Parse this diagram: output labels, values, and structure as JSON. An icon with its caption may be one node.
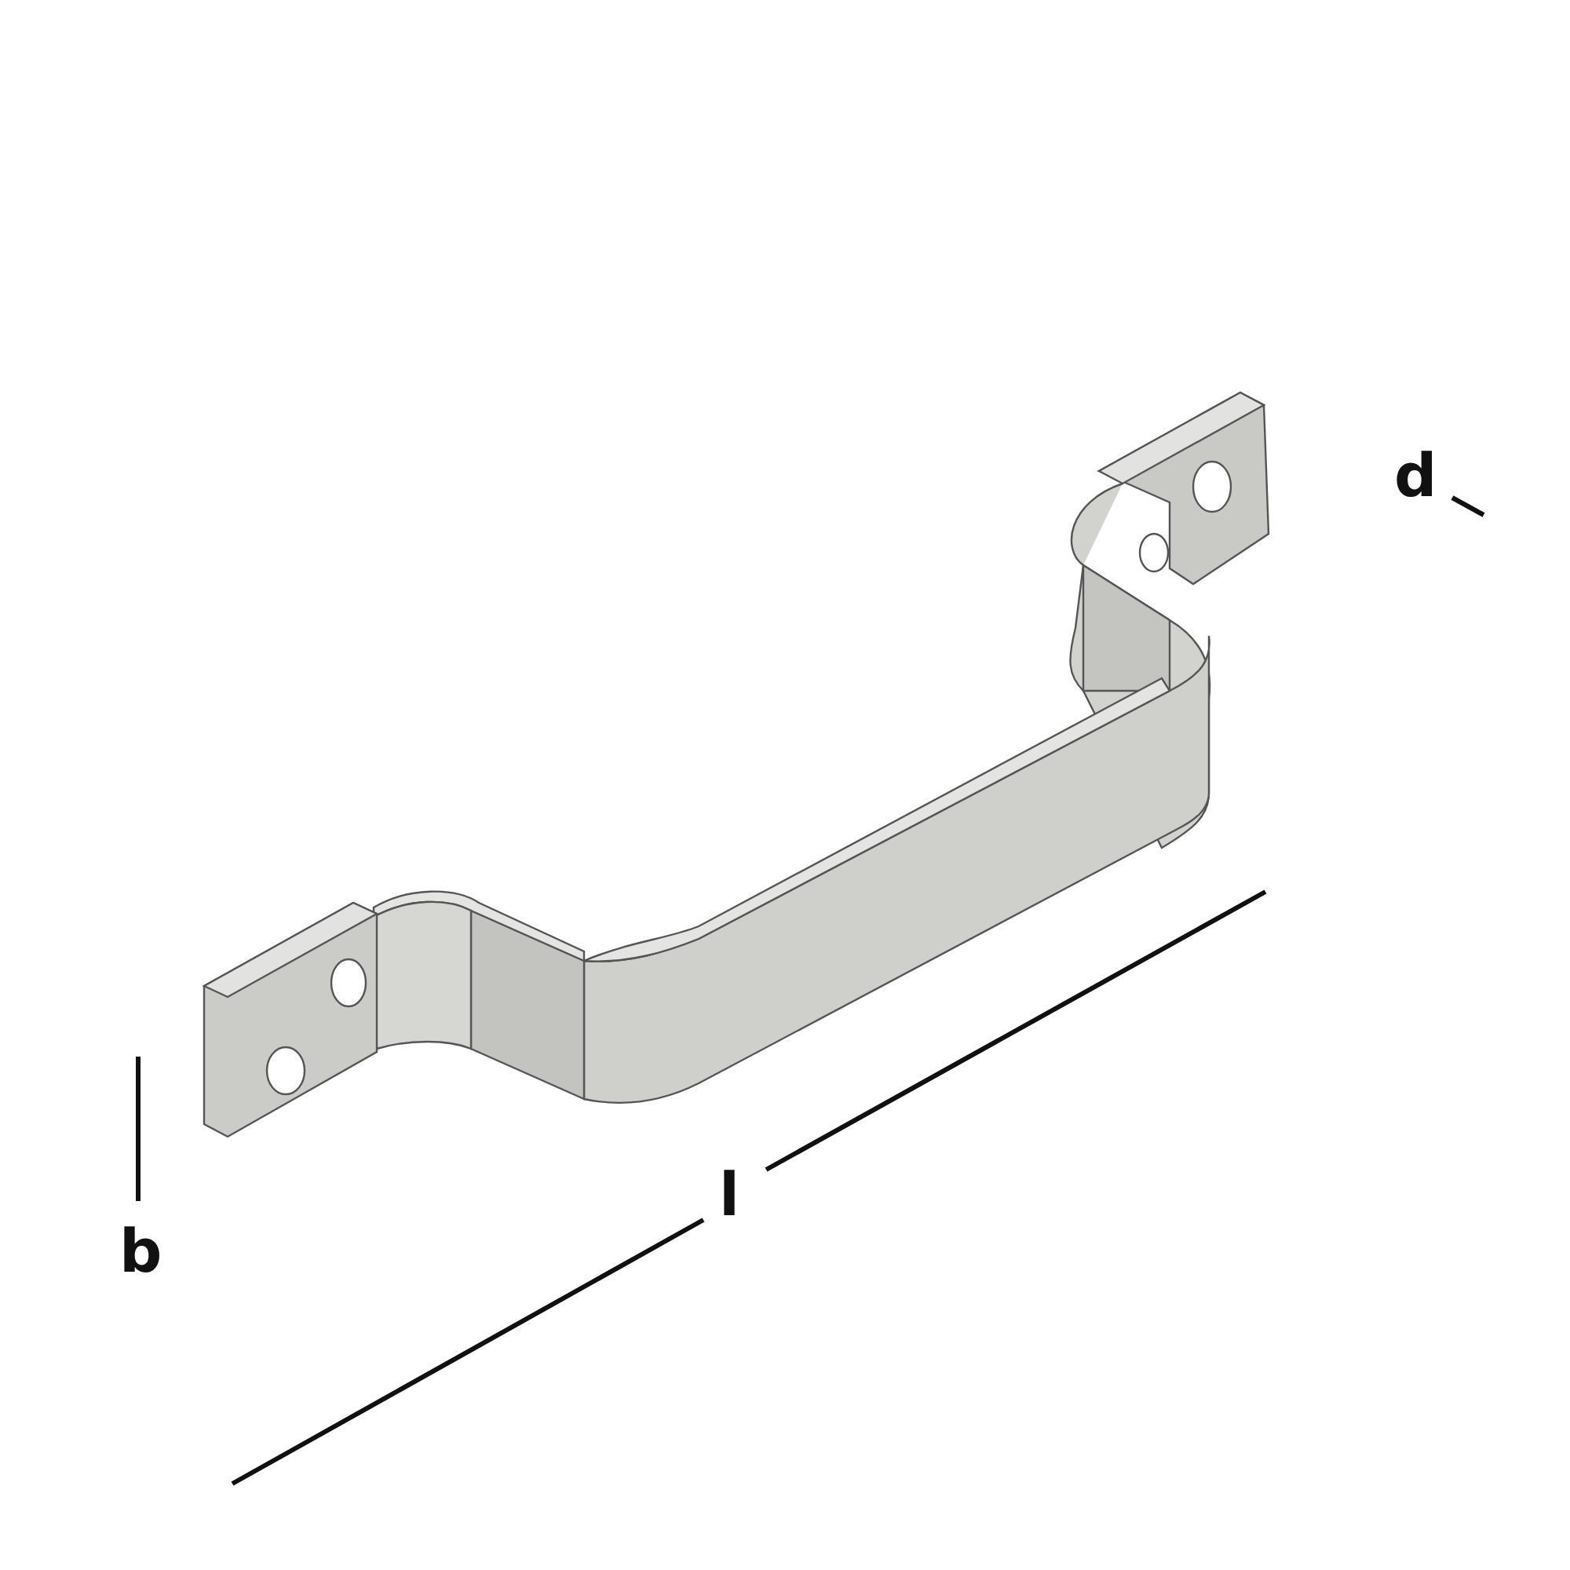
{
  "diagram": {
    "labels": [
      "d",
      "l",
      "b"
    ]
  }
}
